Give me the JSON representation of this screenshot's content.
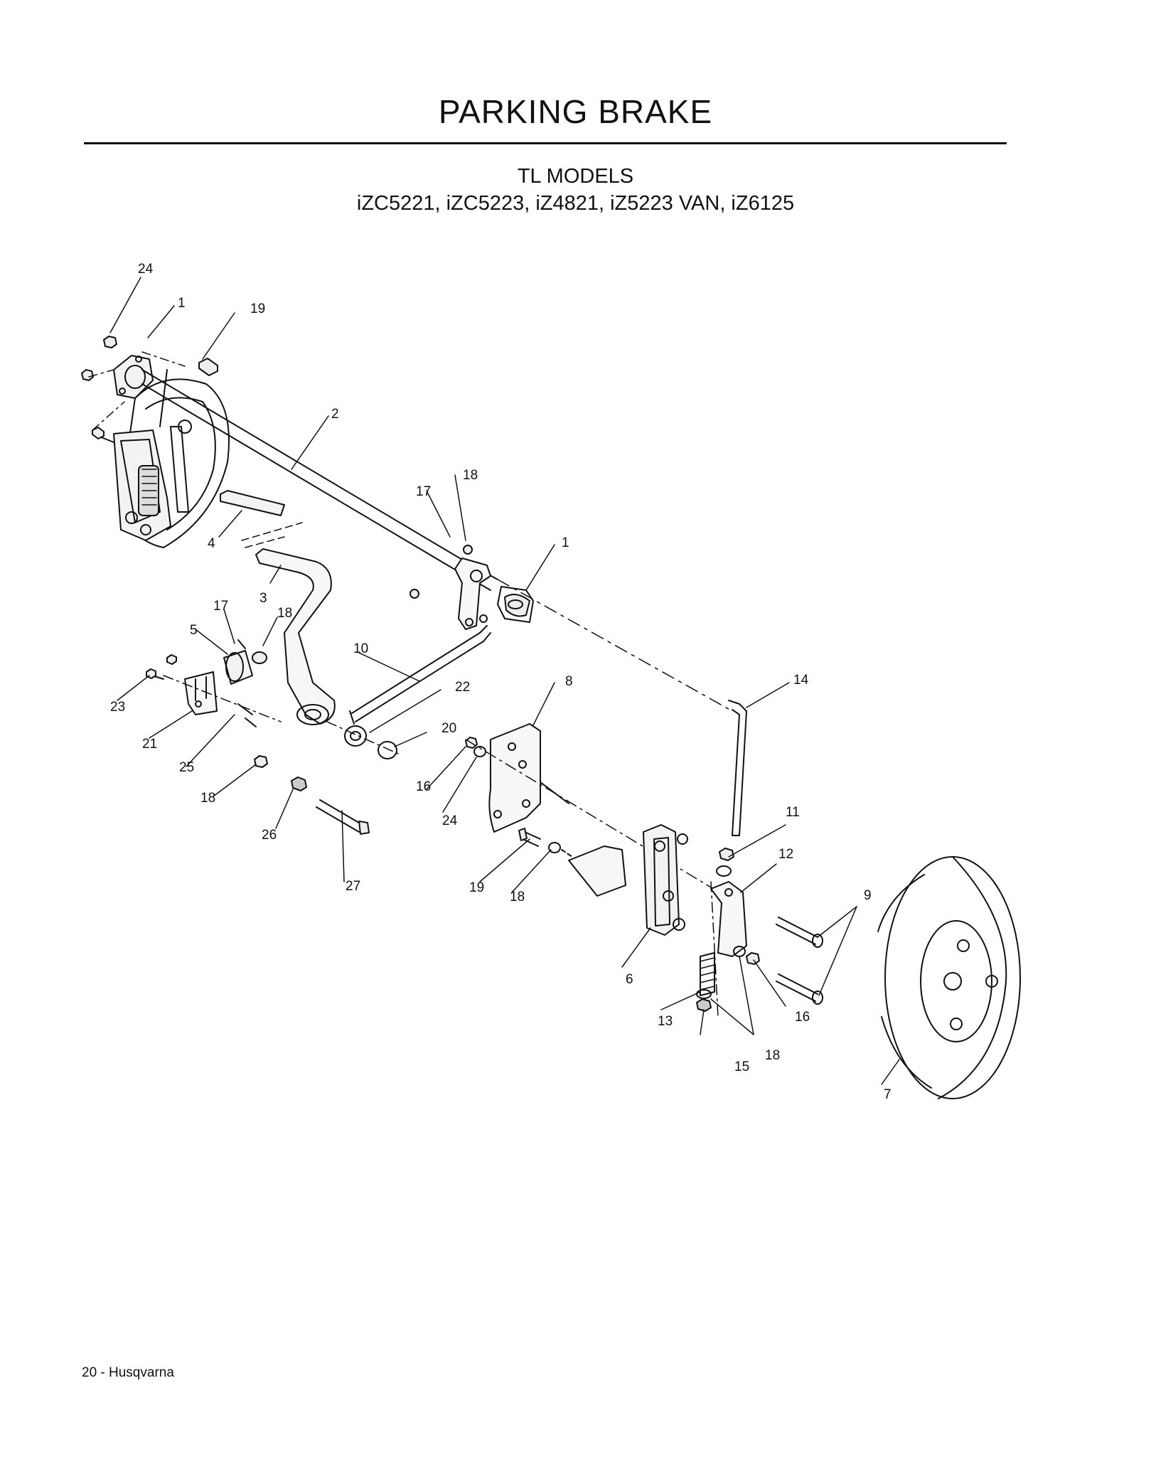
{
  "title": "PARKING BRAKE",
  "subtitle": {
    "line1": "TL MODELS",
    "line2": "iZC5221, iZC5223,  iZ4821, iZ5223 VAN,  iZ6125"
  },
  "callouts": [
    "24",
    "1",
    "19",
    "2",
    "18",
    "17",
    "1",
    "4",
    "3",
    "17",
    "5",
    "18",
    "10",
    "8",
    "14",
    "22",
    "23",
    "21",
    "20",
    "25",
    "16",
    "18",
    "24",
    "26",
    "11",
    "12",
    "9",
    "27",
    "19",
    "18",
    "6",
    "16",
    "13",
    "18",
    "15",
    "7"
  ],
  "footer": "20 - Husqvarna"
}
